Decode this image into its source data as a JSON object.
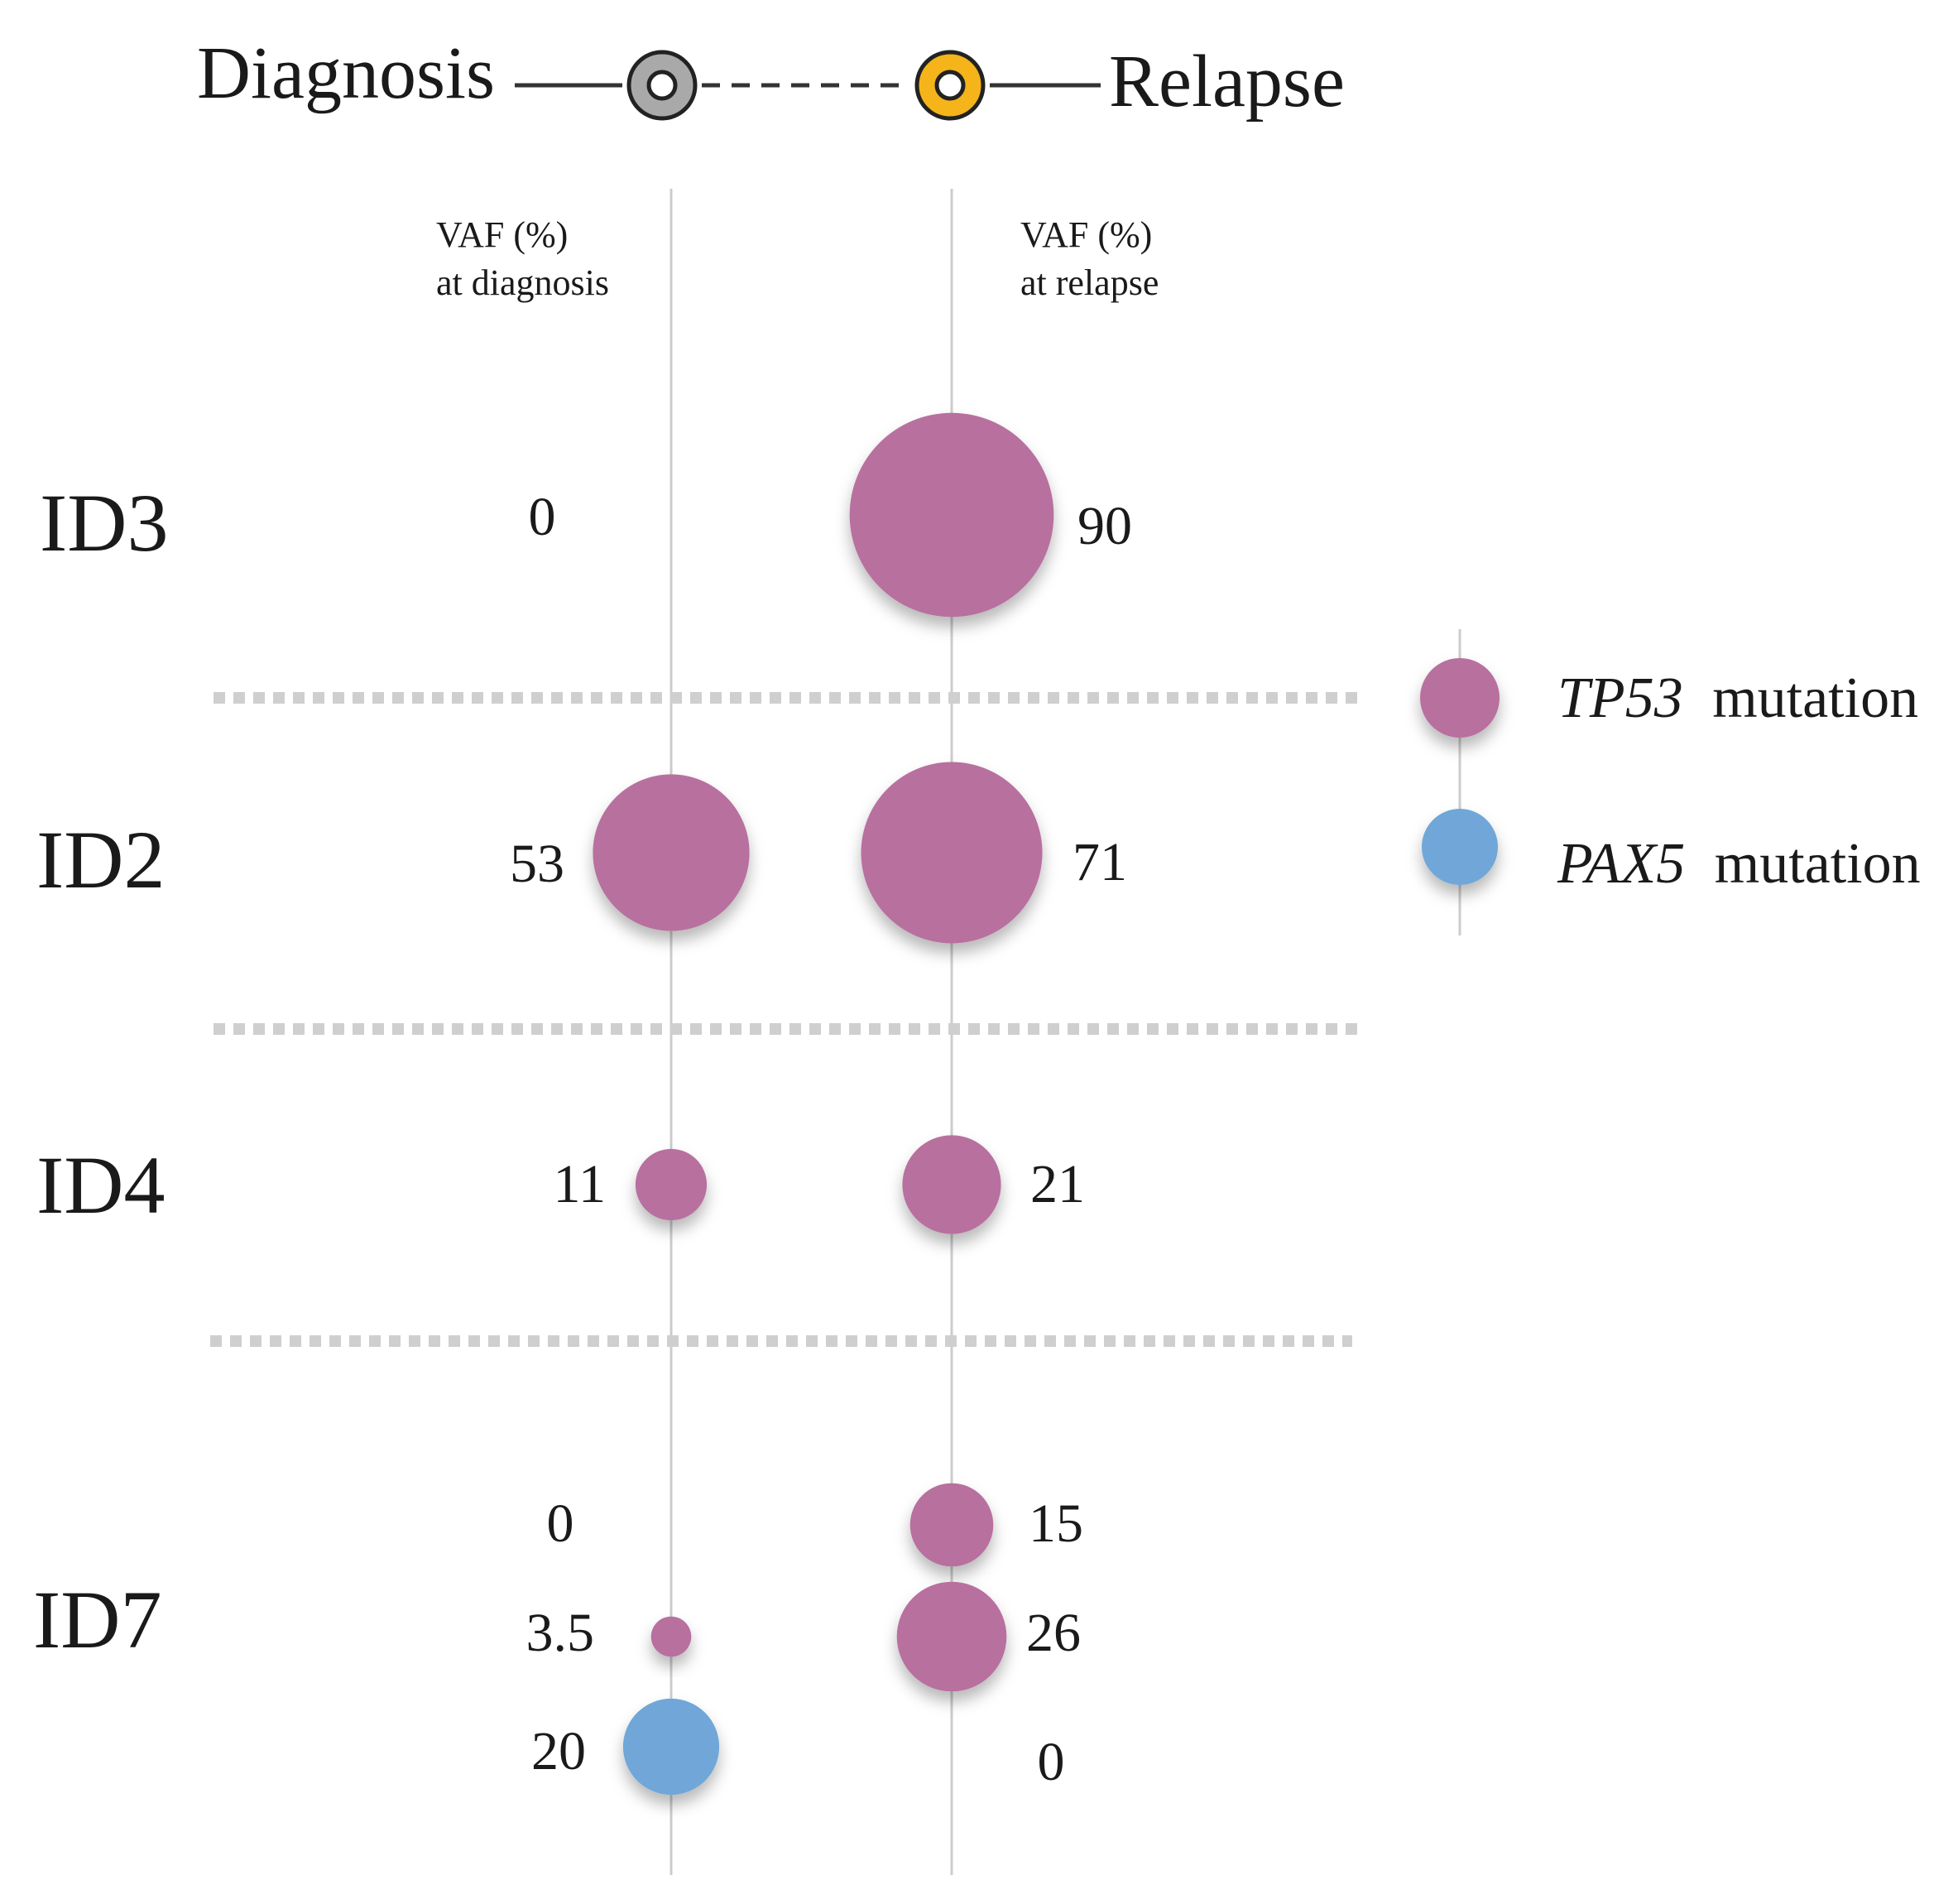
{
  "chart_data": {
    "type": "scatter",
    "encoding": "bubble",
    "header": {
      "left_label": "Diagnosis",
      "right_label": "Relapse"
    },
    "columns": [
      {
        "key": "diagnosis",
        "label_line1": "VAF (%)",
        "label_line2": "at diagnosis"
      },
      {
        "key": "relapse",
        "label_line1": "VAF (%)",
        "label_line2": "at relapse"
      }
    ],
    "legend": {
      "placement": "right",
      "items": [
        {
          "gene": "TP53",
          "suffix": "mutation",
          "color": "#b8709f"
        },
        {
          "gene": "PAX5",
          "suffix": "mutation",
          "color": "#6fa7d8"
        }
      ]
    },
    "patients": [
      {
        "id": "ID3",
        "mutations": [
          {
            "gene": "TP53",
            "diagnosis": 0,
            "diagnosis_label": "0",
            "relapse": 90,
            "relapse_label": "90"
          }
        ]
      },
      {
        "id": "ID2",
        "mutations": [
          {
            "gene": "TP53",
            "diagnosis": 53,
            "diagnosis_label": "53",
            "relapse": 71,
            "relapse_label": "71"
          }
        ]
      },
      {
        "id": "ID4",
        "mutations": [
          {
            "gene": "TP53",
            "diagnosis": 11,
            "diagnosis_label": "11",
            "relapse": 21,
            "relapse_label": "21"
          }
        ]
      },
      {
        "id": "ID7",
        "mutations": [
          {
            "gene": "TP53",
            "diagnosis": 0,
            "diagnosis_label": "0",
            "relapse": 15,
            "relapse_label": "15"
          },
          {
            "gene": "TP53",
            "diagnosis": 3.5,
            "diagnosis_label": "3.5",
            "relapse": 26,
            "relapse_label": "26"
          },
          {
            "gene": "PAX5",
            "diagnosis": 20,
            "diagnosis_label": "20",
            "relapse": 0,
            "relapse_label": "0"
          }
        ]
      }
    ],
    "colors": {
      "TP53": "#b8709f",
      "PAX5": "#6fa7d8",
      "diagnosis_marker": "#a9a9a9",
      "relapse_marker": "#f4b41a",
      "axis_line": "#cccccc",
      "separator": "#cfcfcf"
    }
  }
}
